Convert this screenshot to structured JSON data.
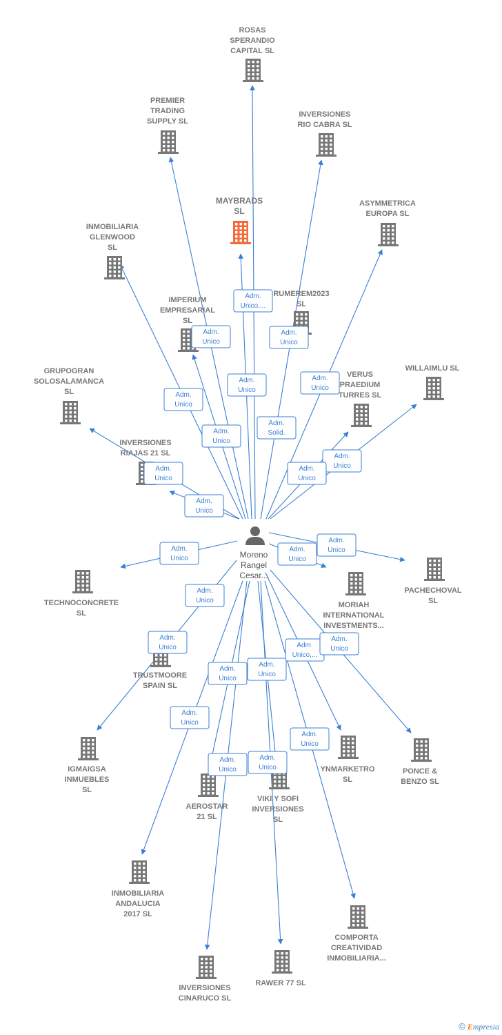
{
  "colors": {
    "edge": "#3a7fd5",
    "building": "#777777",
    "main_building": "#f26b3a",
    "person": "#666666"
  },
  "center": {
    "lines": [
      "Moreno",
      "Rangel",
      "Cesar..."
    ],
    "icon": "person-icon"
  },
  "nodes": [
    {
      "id": "rosas",
      "lines": [
        "ROSAS",
        "SPERANDIO",
        "CAPITAL  SL"
      ],
      "badge": [
        "Adm.",
        "Unico,..."
      ]
    },
    {
      "id": "premier",
      "lines": [
        "PREMIER",
        "TRADING",
        "SUPPLY  SL"
      ],
      "badge": [
        "Adm.",
        "Unico"
      ]
    },
    {
      "id": "rio-cabra",
      "lines": [
        "INVERSIONES",
        "RIO CABRA  SL"
      ],
      "badge": [
        "Adm.",
        "Unico"
      ]
    },
    {
      "id": "maybrads",
      "lines": [
        "MAYBRADS",
        "SL"
      ],
      "badge": [
        "Adm.",
        "Unico"
      ],
      "main": true
    },
    {
      "id": "asymmetrica",
      "lines": [
        "ASYMMETRICA",
        "EUROPA  SL"
      ],
      "badge": [
        "Adm.",
        "Unico"
      ]
    },
    {
      "id": "glenwood",
      "lines": [
        "INMOBILIARIA",
        "GLENWOOD",
        "SL"
      ],
      "badge": [
        "Adm.",
        "Unico"
      ]
    },
    {
      "id": "rumerem",
      "lines": [
        "RUMEREM2023",
        "SL"
      ],
      "badge": [
        "Adm.",
        "Solid."
      ]
    },
    {
      "id": "imperium",
      "lines": [
        "IMPERIUM",
        "EMPRESARIAL",
        "SL"
      ],
      "badge": [
        "Adm.",
        "Unico"
      ]
    },
    {
      "id": "grupogran",
      "lines": [
        "GRUPOGRAN",
        "SOLOSALAMANCA",
        "SL"
      ],
      "badge": [
        "Adm.",
        "Unico"
      ]
    },
    {
      "id": "willaimlu",
      "lines": [
        "WILLAIMLU  SL"
      ],
      "badge": [
        "Adm.",
        "Unico"
      ]
    },
    {
      "id": "verus",
      "lines": [
        "VERUS",
        "PRAEDIUM",
        "TURRES  SL"
      ],
      "badge": [
        "Adm.",
        "Unico"
      ]
    },
    {
      "id": "riajas",
      "lines": [
        "INVERSIONES",
        "RIAJAS 21  SL"
      ],
      "badge": [
        "Adm.",
        "Unico"
      ]
    },
    {
      "id": "technoconcrete",
      "lines": [
        "TECHNOCONCRETE",
        "SL"
      ],
      "badge": [
        "Adm.",
        "Unico"
      ]
    },
    {
      "id": "pachechoval",
      "lines": [
        "PACHECHOVAL",
        "SL"
      ],
      "badge": [
        "Adm.",
        "Unico"
      ]
    },
    {
      "id": "moriah",
      "lines": [
        "MORIAH",
        "INTERNATIONAL",
        "INVESTMENTS..."
      ],
      "badge": [
        "Adm.",
        "Unico"
      ]
    },
    {
      "id": "trustmoore",
      "lines": [
        "TRUSTMOORE",
        "SPAIN  SL"
      ],
      "badge": [
        "Adm.",
        "Unico"
      ]
    },
    {
      "id": "igmaigsa",
      "lines": [
        "IGMAIGSA",
        "INMUEBLES",
        "SL"
      ],
      "badge": [
        "Adm.",
        "Unico"
      ]
    },
    {
      "id": "ynmarketro",
      "lines": [
        "YNMARKETRO",
        "SL"
      ],
      "badge": [
        "Adm.",
        "Unico,..."
      ]
    },
    {
      "id": "ponce",
      "lines": [
        "PONCE &",
        "BENZO  SL"
      ],
      "badge": [
        "Adm.",
        "Unico"
      ]
    },
    {
      "id": "aerostar",
      "lines": [
        "AEROSTAR",
        "21  SL"
      ],
      "badge": [
        "Adm.",
        "Unico"
      ]
    },
    {
      "id": "viki",
      "lines": [
        "VIKI Y SOFI",
        "INVERSIONES",
        "SL"
      ],
      "badge": [
        "Adm.",
        "Unico"
      ]
    },
    {
      "id": "andalucia",
      "lines": [
        "INMOBILIARIA",
        "ANDALUCIA",
        "2017  SL"
      ],
      "badge": [
        "Adm.",
        "Unico"
      ]
    },
    {
      "id": "comporta",
      "lines": [
        "COMPORTA",
        "CREATIVIDAD",
        "INMOBILIARIA..."
      ],
      "badge": [
        "Adm.",
        "Unico"
      ]
    },
    {
      "id": "cinaruco",
      "lines": [
        "INVERSIONES",
        "CINARUCO  SL"
      ],
      "badge": [
        "Adm.",
        "Unico"
      ]
    },
    {
      "id": "rawer",
      "lines": [
        "RAWER 77  SL"
      ],
      "badge": [
        "Adm.",
        "Unico"
      ]
    }
  ],
  "footer": {
    "copyright": "©",
    "brand_first": "E",
    "brand_rest": "mpresia"
  }
}
